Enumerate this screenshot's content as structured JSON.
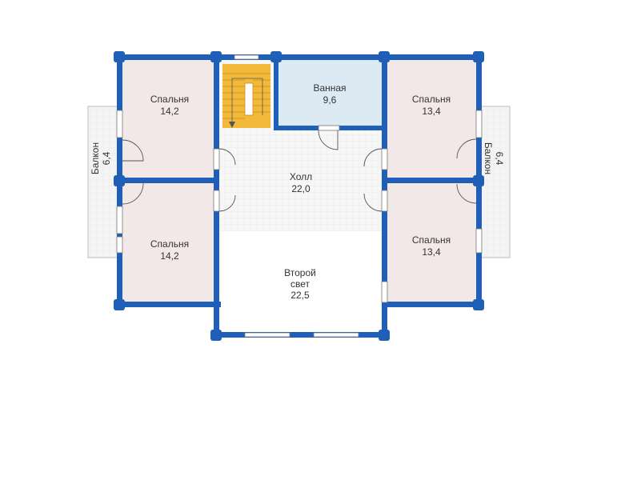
{
  "colors": {
    "wall": "#1f5fb8",
    "bedroom_fill": "#f3e8e8",
    "bath_fill": "#dceaf5",
    "hall_fill": "#f7f7f7",
    "stair_fill": "#f2b93a",
    "balcony_fill": "#f4f4f4"
  },
  "rooms": {
    "bedroom_tl": {
      "name": "Спальня",
      "area": "14,2"
    },
    "bath": {
      "name": "Ванная",
      "area": "9,6"
    },
    "bedroom_tr": {
      "name": "Спальня",
      "area": "13,4"
    },
    "hall": {
      "name": "Холл",
      "area": "22,0"
    },
    "bedroom_bl": {
      "name": "Спальня",
      "area": "14,2"
    },
    "bedroom_br": {
      "name": "Спальня",
      "area": "13,4"
    },
    "second_light": {
      "name_line1": "Второй",
      "name_line2": "свет",
      "area": "22,5"
    },
    "balcony_left": {
      "name": "Балкон",
      "area": "6,4"
    },
    "balcony_right": {
      "name": "Балкон",
      "area": "6,4"
    }
  },
  "icons": [
    "staircase-icon",
    "door-swing-icon",
    "window-icon"
  ]
}
